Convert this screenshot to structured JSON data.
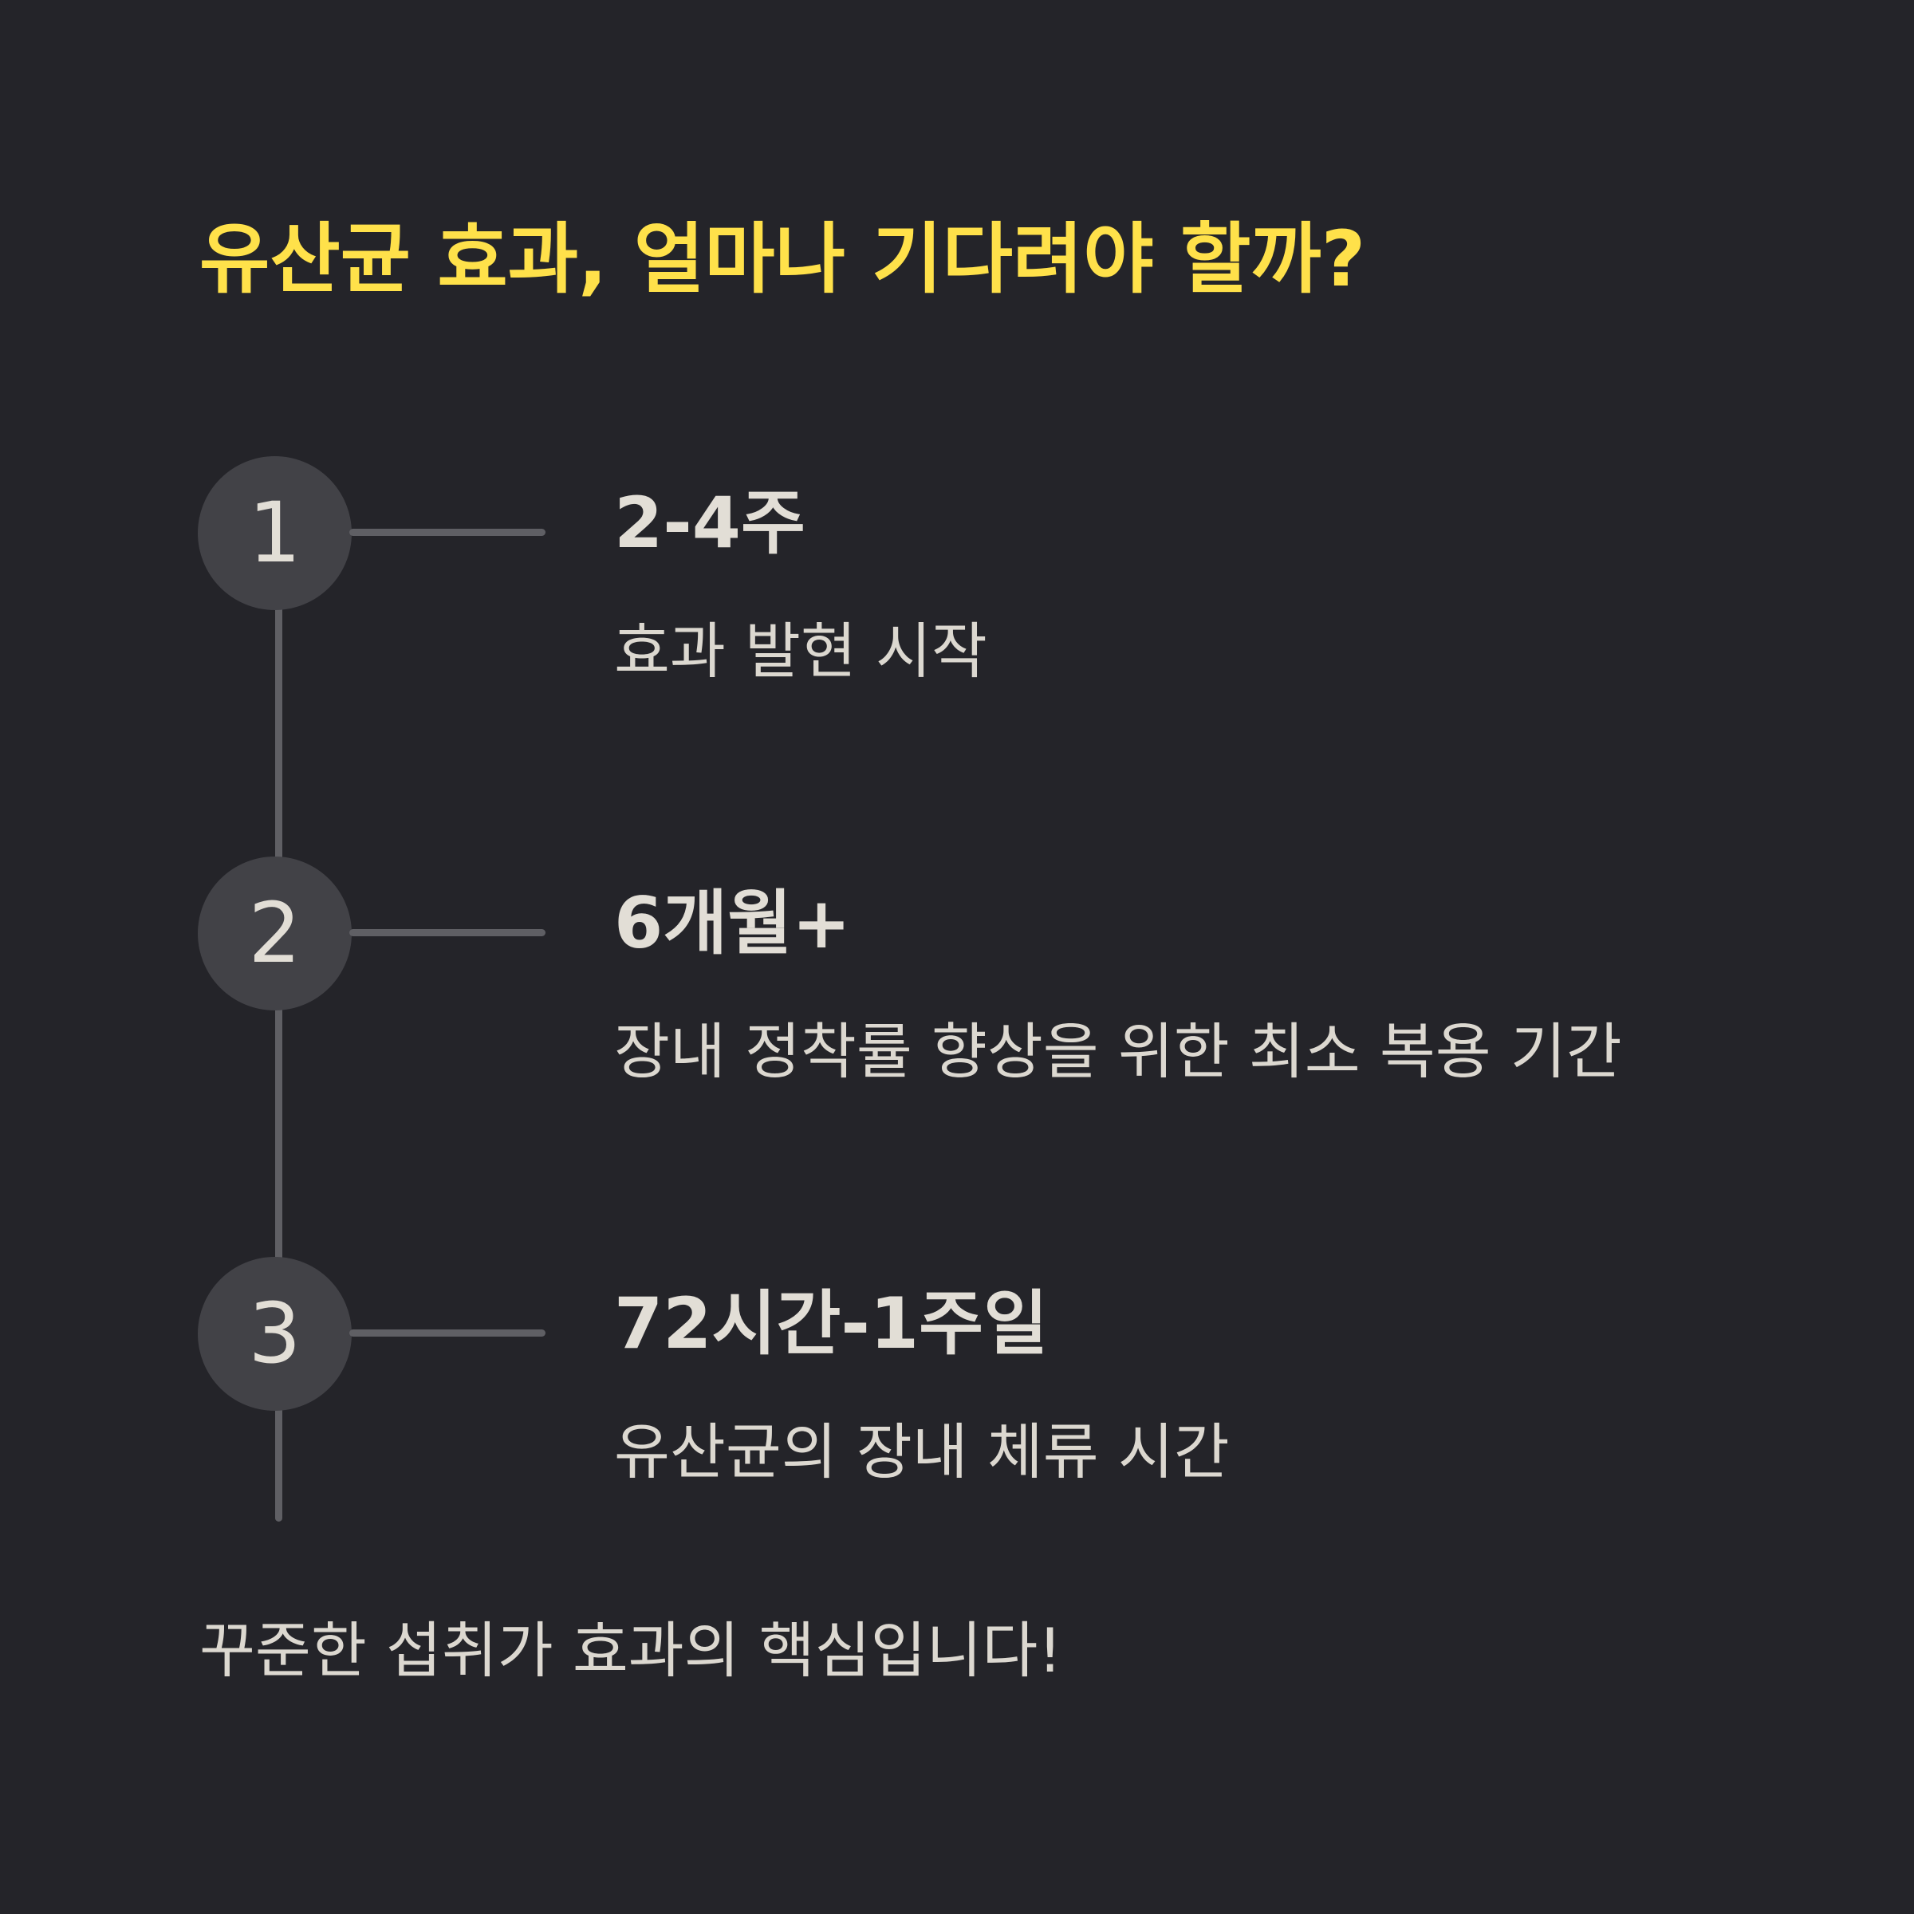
{
  "title": "유산균 효과, 얼마나 기다려야 할까?",
  "steps": [
    {
      "number": "1",
      "period": "2-4주",
      "description": "효과 발현 시작"
    },
    {
      "number": "2",
      "period": "6개월+",
      "description": "장내 정착률 향상을 위한 최소 복용 기간"
    },
    {
      "number": "3",
      "period": "72시간-1주일",
      "description": "유산균의 장내 체류 시간"
    }
  ],
  "footer": "꾸준한 섭취가 효과의 핵심입니다!",
  "colors": {
    "background": "#242429",
    "title": "#ffe14a",
    "text": "#e2ded6",
    "circle": "#424247",
    "line": "#5f5f64"
  }
}
